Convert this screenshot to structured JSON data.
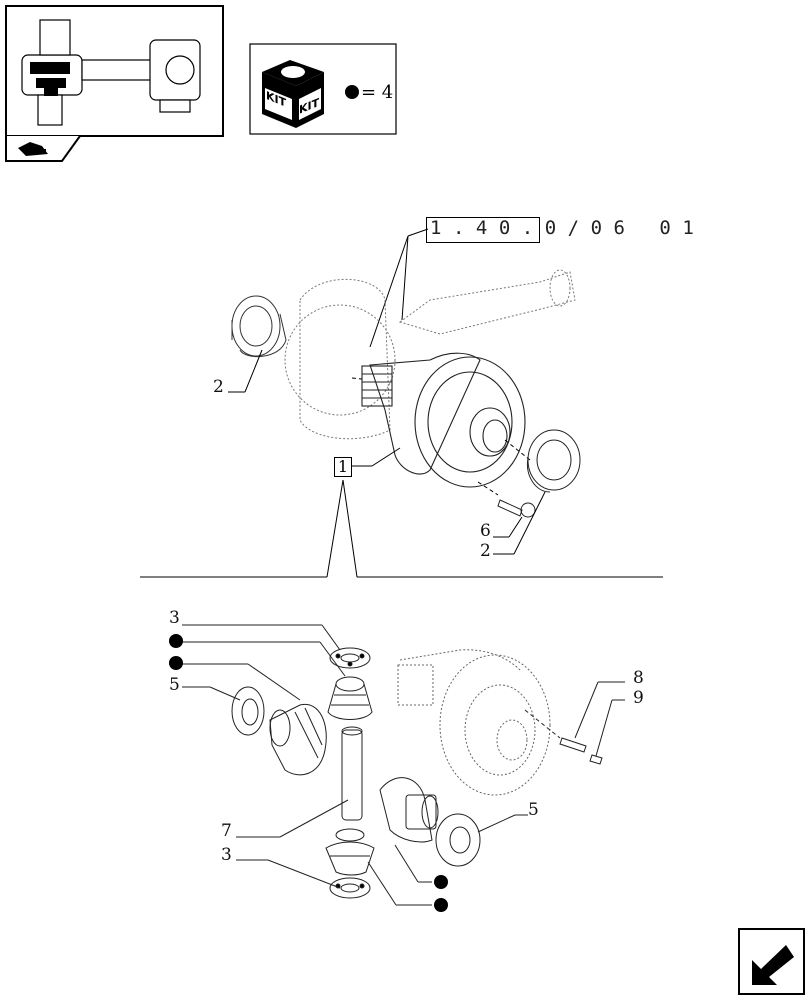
{
  "reference_code": "1.40.0/06 01",
  "kit_quantity_text": "= 4",
  "kit_label_left": "KIT",
  "kit_label_right": "KIT",
  "callouts": {
    "c1": "1",
    "c2a": "2",
    "c2b": "2",
    "c3a": "3",
    "c3b": "3",
    "c5a": "5",
    "c5b": "5",
    "c6": "6",
    "c7": "7",
    "c8": "8",
    "c9": "9"
  },
  "icons": {
    "thumbnail": "axle-assembly-thumbnail",
    "kit": "kit-box-icon",
    "nav": "next-page-arrow-icon",
    "tab": "tractor-tab-icon"
  }
}
